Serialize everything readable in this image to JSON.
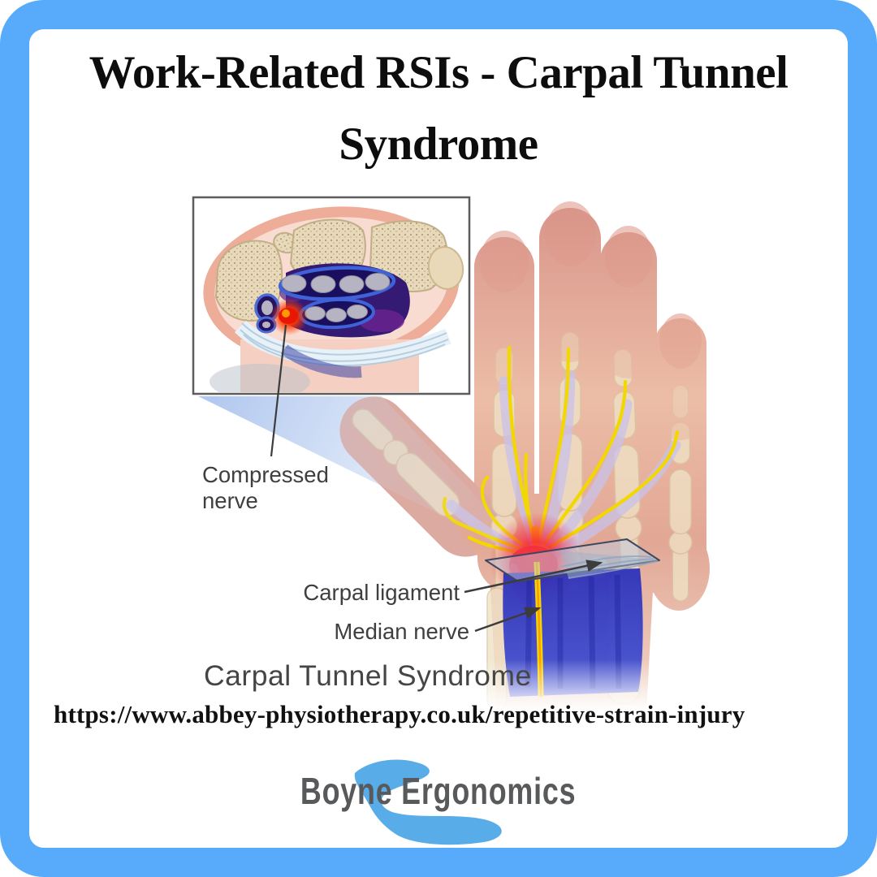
{
  "title": {
    "line1": "Work-Related RSIs - Carpal Tunnel",
    "line2": "Syndrome"
  },
  "illustration": {
    "labels": {
      "compressed_nerve": "Compressed nerve",
      "carpal_ligament": "Carpal ligament",
      "median_nerve": "Median nerve"
    },
    "caption": "Carpal Tunnel Syndrome"
  },
  "source": {
    "url": "https://www.abbey-physiotherapy.co.uk/repetitive-strain-injury"
  },
  "logo": {
    "text": "Boyne Ergonomics"
  },
  "colors": {
    "frame_blue": "#58abfa",
    "river_blue": "#58ade8",
    "logo_gray": "#58595b",
    "title_black": "#0d0d0d",
    "label_gray": "#3f3f3f",
    "nerve_yellow": "#f2d800",
    "compression_red": "#f22c44",
    "tunnel_deep_blue": "#2b2fb8",
    "skin_tone": "#e2a593",
    "bone_tone": "#efe2c6",
    "tendon_lavender": "#c9c2ea",
    "zoom_cone_blue": "#adc4ee",
    "ligament_gray_blue": "#bccae0"
  }
}
